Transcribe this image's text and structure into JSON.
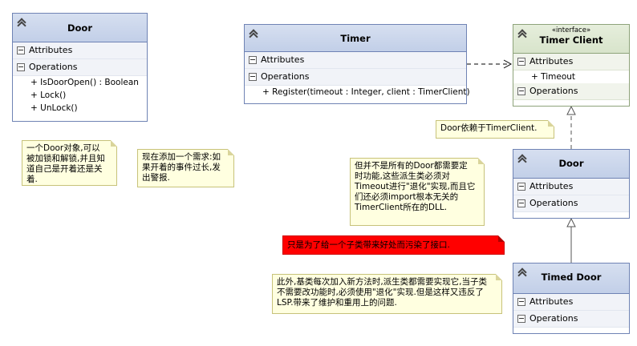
{
  "classes": {
    "door1": {
      "name": "Door",
      "attributes_label": "Attributes",
      "operations_label": "Operations",
      "operations": [
        "+ IsDoorOpen() : Boolean",
        "+ Lock()",
        "+ UnLock()"
      ]
    },
    "timer": {
      "name": "Timer",
      "attributes_label": "Attributes",
      "operations_label": "Operations",
      "operations": [
        "+ Register(timeout : Integer, client : TimerClient)"
      ]
    },
    "timer_client": {
      "stereotype": "«interface»",
      "name": "Timer Client",
      "attributes_label": "Attributes",
      "attributes": [
        "+ Timeout"
      ],
      "operations_label": "Operations"
    },
    "door2": {
      "name": "Door",
      "attributes_label": "Attributes",
      "operations_label": "Operations"
    },
    "timed_door": {
      "name": "Timed Door",
      "attributes_label": "Attributes",
      "operations_label": "Operations"
    }
  },
  "notes": {
    "n1": "一个Door对象,可以被加锁和解锁,并且知道自己是开着还是关着.",
    "n2": "现在添加一个需求:如果开着的事件过长,发出警报.",
    "n3": "Door依赖于TimerClient.",
    "n4": "但并不是所有的Door都需要定时功能,这些派生类必须对Timeout进行\"退化\"实现,而且它们还必须import根本无关的TimerClient所在的DLL.",
    "n5": "只是为了给一个子类带来好处而污染了接口.",
    "n6": "此外,基类每次加入新方法时,派生类都需要实现它,当子类不需要改功能时,必须使用\"退化\"实现.但是这样又违反了LSP.带来了维护和重用上的问题."
  }
}
